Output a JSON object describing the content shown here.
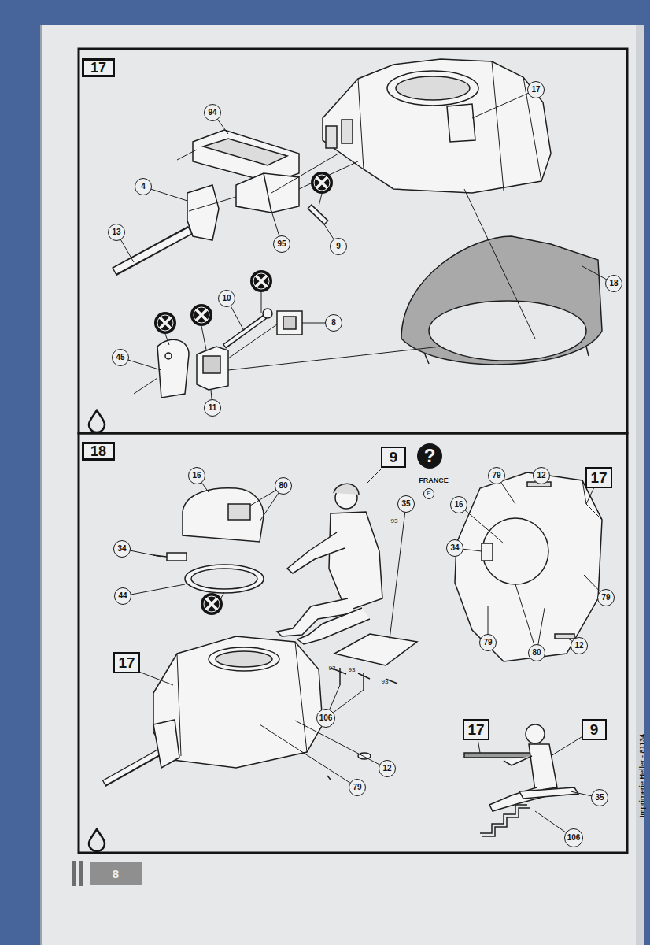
{
  "diagram": {
    "nodes": [
      {
        "text": [
          "17"
        ]
      },
      {
        "text": [
          "17"
        ]
      },
      {
        "text": [
          "94"
        ]
      },
      {
        "text": [
          "4"
        ]
      },
      {
        "text": [
          "95"
        ]
      },
      {
        "text": [
          "9"
        ]
      },
      {
        "text": [
          "13"
        ]
      },
      {
        "text": [
          "18"
        ]
      },
      {
        "text": [
          "10"
        ]
      },
      {
        "text": [
          "8"
        ]
      },
      {
        "text": [
          "45"
        ]
      },
      {
        "text": [
          "11"
        ]
      },
      {
        "text": [
          "18"
        ]
      },
      {
        "text": [
          "9"
        ]
      },
      {
        "text": [
          "?"
        ]
      },
      {
        "text": [
          "F"
        ]
      },
      {
        "text": [
          "16"
        ]
      },
      {
        "text": [
          "80"
        ]
      },
      {
        "text": [
          "79"
        ]
      },
      {
        "text": [
          "12"
        ]
      },
      {
        "text": [
          "17"
        ]
      },
      {
        "text": [
          "35"
        ]
      },
      {
        "text": [
          "16"
        ]
      },
      {
        "text": [
          "34"
        ]
      },
      {
        "text": [
          "34"
        ]
      },
      {
        "text": [
          "44"
        ]
      },
      {
        "text": [
          "79"
        ]
      },
      {
        "text": [
          "79"
        ]
      },
      {
        "text": [
          "17"
        ]
      },
      {
        "text": [
          "12"
        ]
      },
      {
        "text": [
          "80"
        ]
      },
      {
        "text": [
          "106"
        ]
      },
      {
        "text": [
          "17"
        ]
      },
      {
        "text": [
          "9"
        ]
      },
      {
        "text": [
          "12"
        ]
      },
      {
        "text": [
          "79"
        ]
      },
      {
        "text": [
          "35"
        ]
      },
      {
        "text": [
          "106"
        ]
      }
    ],
    "labels": [
      "93",
      "93",
      "93",
      "93",
      "FRANCE",
      "8",
      "Imprimerie Heller - 81134"
    ]
  }
}
